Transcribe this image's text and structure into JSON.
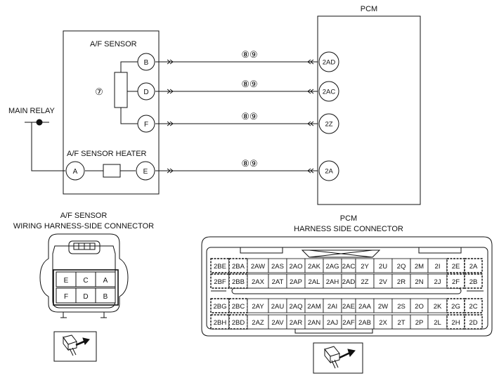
{
  "diagram": {
    "pcm_title": "PCM",
    "af_sensor_label": "A/F SENSOR",
    "main_relay_label": "MAIN RELAY",
    "heater_label": "A/F SENSOR HEATER",
    "element_ref": "⑦",
    "wire_ref": "⑧⑨",
    "sensor_pins": [
      "B",
      "D",
      "F"
    ],
    "heater_pins": [
      "A",
      "E"
    ],
    "pcm_pins": [
      "2AD",
      "2AC",
      "2Z",
      "2A"
    ]
  },
  "af_connector": {
    "title_line1": "A/F SENSOR",
    "title_line2": "WIRING HARNESS-SIDE CONNECTOR",
    "cells": [
      [
        "E",
        "C",
        "A"
      ],
      [
        "F",
        "D",
        "B"
      ]
    ]
  },
  "pcm_connector": {
    "title_line1": "PCM",
    "title_line2": "HARNESS SIDE CONNECTOR",
    "rows": [
      [
        "2BE",
        "2BA",
        "2AW",
        "2AS",
        "2AO",
        "2AK",
        "2AG",
        "2AC",
        "2Y",
        "2U",
        "2Q",
        "2M",
        "2I",
        "2E",
        "2A"
      ],
      [
        "2BF",
        "2BB",
        "2AX",
        "2AT",
        "2AP",
        "2AL",
        "2AH",
        "2AD",
        "2Z",
        "2V",
        "2R",
        "2N",
        "2J",
        "2F",
        "2B"
      ],
      [
        "2BG",
        "2BC",
        "2AY",
        "2AU",
        "2AQ",
        "2AM",
        "2AI",
        "2AE",
        "2AA",
        "2W",
        "2S",
        "2O",
        "2K",
        "2G",
        "2C"
      ],
      [
        "2BH",
        "2BD",
        "2AZ",
        "2AV",
        "2AR",
        "2AN",
        "2AJ",
        "2AF",
        "2AB",
        "2X",
        "2T",
        "2P",
        "2L",
        "2H",
        "2D"
      ]
    ]
  }
}
